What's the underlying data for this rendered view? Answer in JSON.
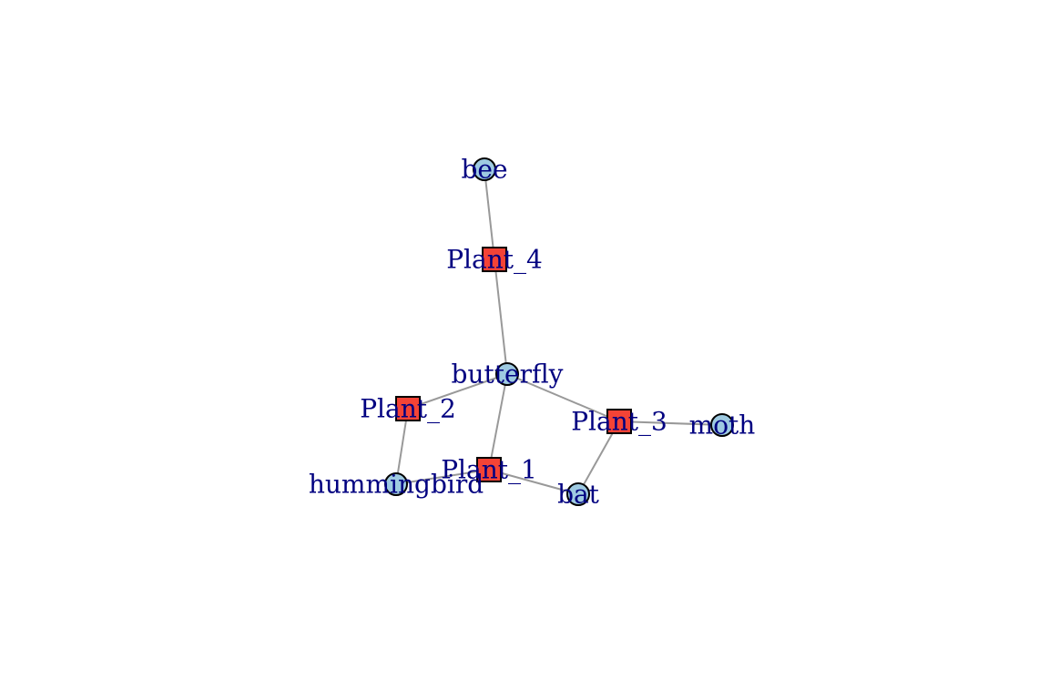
{
  "colors": {
    "edge": "#999999",
    "pollinator_fill": "#9ecae1",
    "plant_fill": "#f44336",
    "node_border": "#000000",
    "label": "#000080",
    "background": "#ffffff"
  },
  "network": {
    "nodes": [
      {
        "id": "bee",
        "label": "bee",
        "kind": "pollinator"
      },
      {
        "id": "plant4",
        "label": "Plant_4",
        "kind": "plant"
      },
      {
        "id": "butterfly",
        "label": "butterfly",
        "kind": "pollinator"
      },
      {
        "id": "plant2",
        "label": "Plant_2",
        "kind": "plant"
      },
      {
        "id": "plant3",
        "label": "Plant_3",
        "kind": "plant"
      },
      {
        "id": "moth",
        "label": "moth",
        "kind": "pollinator"
      },
      {
        "id": "plant1",
        "label": "Plant_1",
        "kind": "plant"
      },
      {
        "id": "hummingbird",
        "label": "hummingbird",
        "kind": "pollinator"
      },
      {
        "id": "bat",
        "label": "bat",
        "kind": "pollinator"
      }
    ],
    "edges": [
      {
        "source": "bee",
        "target": "plant4"
      },
      {
        "source": "plant4",
        "target": "butterfly"
      },
      {
        "source": "butterfly",
        "target": "plant2"
      },
      {
        "source": "butterfly",
        "target": "plant3"
      },
      {
        "source": "butterfly",
        "target": "plant1"
      },
      {
        "source": "plant3",
        "target": "moth"
      },
      {
        "source": "plant3",
        "target": "bat"
      },
      {
        "source": "plant2",
        "target": "hummingbird"
      },
      {
        "source": "hummingbird",
        "target": "plant1"
      },
      {
        "source": "plant1",
        "target": "bat"
      }
    ]
  }
}
